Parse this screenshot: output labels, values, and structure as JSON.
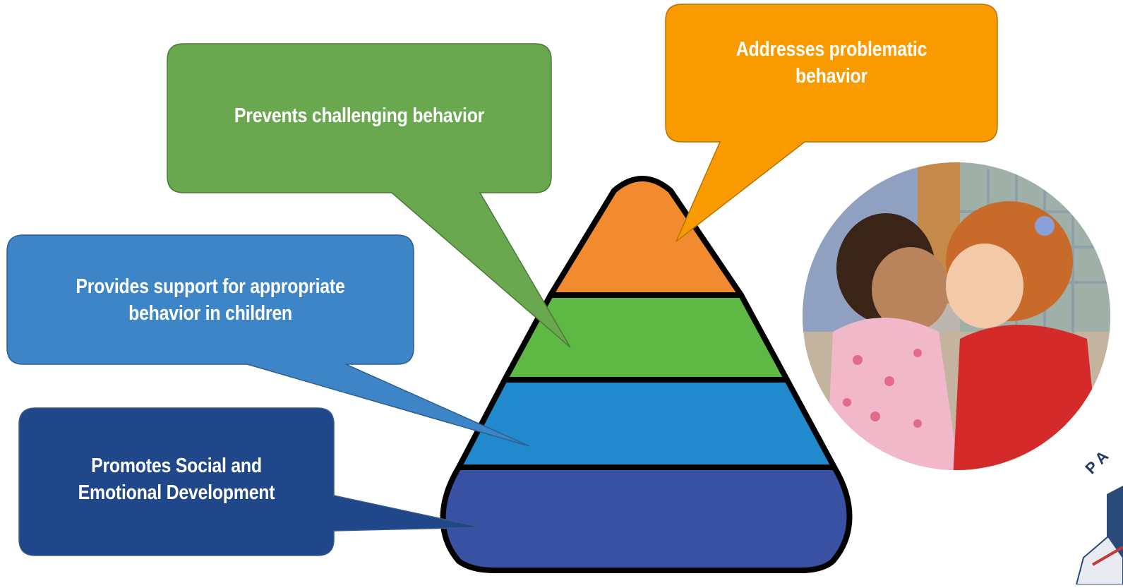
{
  "callouts": {
    "top": "Addresses problematic behavior",
    "upper": "Prevents challenging behavior",
    "middle": "Provides support for appropriate behavior in children",
    "bottom": "Promotes Social and Emotional Development"
  },
  "colors": {
    "pyramid_top": "#f28a30",
    "pyramid_upper": "#5db944",
    "pyramid_middle": "#218acc",
    "pyramid_bottom": "#3851a3",
    "callout_top": "#f99a00",
    "callout_upper": "#6aa84f",
    "callout_middle": "#3d85c6",
    "callout_bottom": "#1f4789"
  },
  "photo": {
    "subject": "two young children touching foreheads",
    "shape": "circle"
  },
  "logo": {
    "fragment_text": "PA"
  }
}
